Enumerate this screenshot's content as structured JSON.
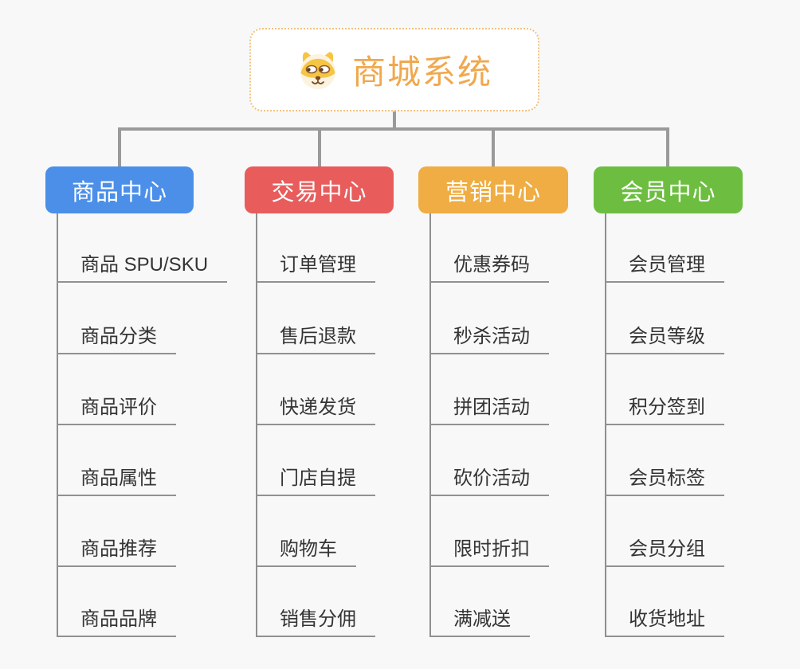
{
  "root": {
    "title": "商城系统",
    "icon": "dog-face-icon"
  },
  "branches": [
    {
      "label": "商品中心",
      "color": "#4b8fe9",
      "items": [
        "商品 SPU/SKU",
        "商品分类",
        "商品评价",
        "商品属性",
        "商品推荐",
        "商品品牌"
      ]
    },
    {
      "label": "交易中心",
      "color": "#e85c5c",
      "items": [
        "订单管理",
        "售后退款",
        "快递发货",
        "门店自提",
        "购物车",
        "销售分佣"
      ]
    },
    {
      "label": "营销中心",
      "color": "#efad43",
      "items": [
        "优惠券码",
        "秒杀活动",
        "拼团活动",
        "砍价活动",
        "限时折扣",
        "满减送"
      ]
    },
    {
      "label": "会员中心",
      "color": "#6dbe40",
      "items": [
        "会员管理",
        "会员等级",
        "积分签到",
        "会员标签",
        "会员分组",
        "收货地址"
      ]
    }
  ],
  "colors": {
    "background": "#f8f8f8",
    "connector": "#9a9a9a",
    "root_border": "#f2c27b",
    "root_text": "#f0a84e",
    "leaf_text": "#343434",
    "leaf_underline": "#919191"
  }
}
